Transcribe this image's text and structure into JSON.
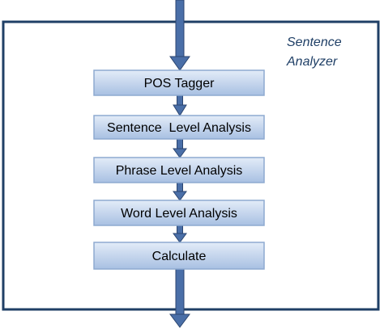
{
  "diagram": {
    "container_title_lines": [
      "Sentence",
      "Analyzer"
    ],
    "stages": [
      {
        "label": "POS Tagger"
      },
      {
        "label": "Sentence  Level Analysis"
      },
      {
        "label": "Phrase Level Analysis"
      },
      {
        "label": "Word Level Analysis"
      },
      {
        "label": "Calculate"
      }
    ],
    "colors": {
      "container_border": "#1f3f66",
      "stage_fill_top": "#e3ecf8",
      "stage_fill_bottom": "#a8c0e2",
      "stage_border": "#8eaad0",
      "arrow": "#4a6fa8",
      "arrow_outline": "#2c4670"
    }
  }
}
